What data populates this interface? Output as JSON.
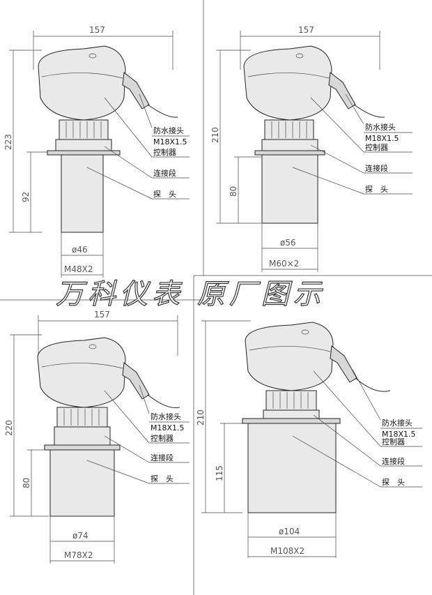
{
  "watermark": "万科仪表 原厂图示",
  "panels": [
    {
      "width_dim": "157",
      "height_dim": "223",
      "probe_len_dim": "92",
      "inner_dia": "ø46",
      "thread": "M48X2",
      "labels": [
        "防水接头",
        "M18X1.5",
        "控制器",
        "连接段",
        "探　头"
      ]
    },
    {
      "width_dim": "157",
      "height_dim": "210",
      "probe_len_dim": "80",
      "inner_dia": "ø56",
      "thread": "M60×2",
      "labels": [
        "防水接头",
        "M18X1.5",
        "控制器",
        "连接段",
        "探　头"
      ]
    },
    {
      "width_dim": "157",
      "height_dim": "220",
      "probe_len_dim": "80",
      "inner_dia": "ø74",
      "thread": "M78X2",
      "labels": [
        "防水接头",
        "M18X1.5",
        "控制器",
        "连接段",
        "探　头"
      ]
    },
    {
      "width_dim": "",
      "height_dim": "210",
      "probe_len_dim": "115",
      "inner_dia": "ø104",
      "thread": "M108X2",
      "labels": [
        "防水接头",
        "M18X1.5",
        "控制器",
        "连接段",
        "探　头"
      ]
    }
  ]
}
